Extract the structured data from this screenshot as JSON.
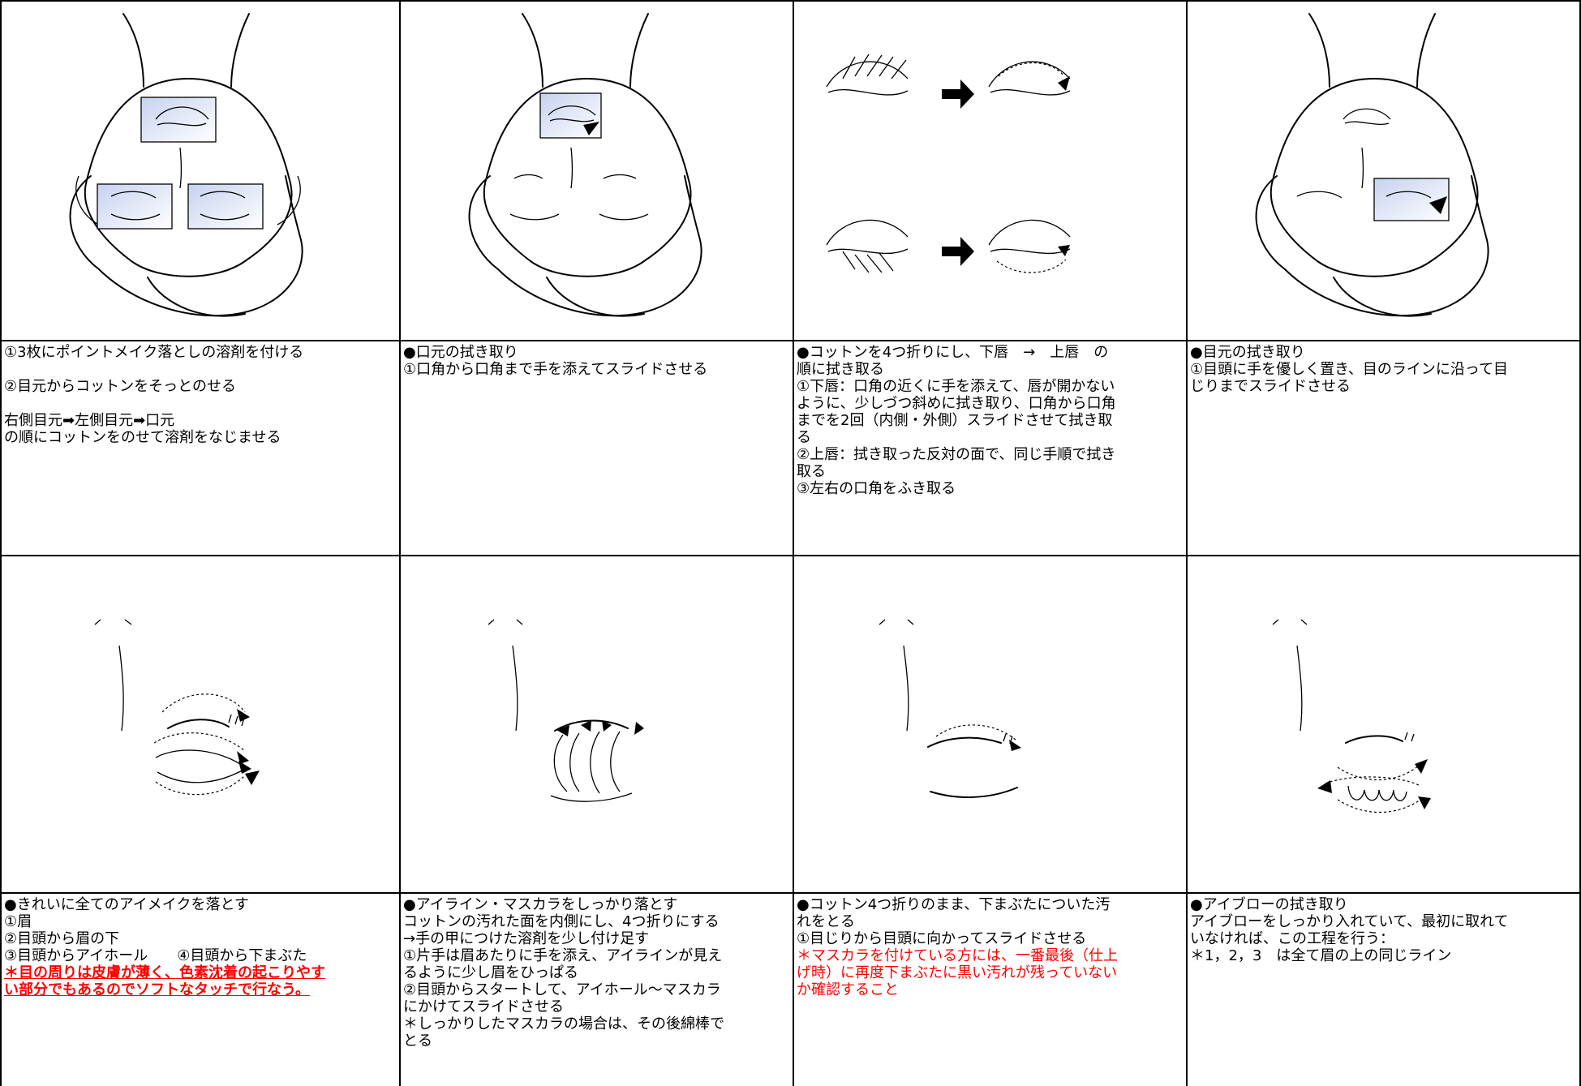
{
  "cells": [
    {
      "id": "c1",
      "figure": "face-three-cotton-pads",
      "lines": [
        {
          "t": "①3枚にポイントメイク落としの溶剤を付ける"
        },
        {
          "gap": true
        },
        {
          "t": "②目元からコットンをそっとのせる"
        },
        {
          "gap": true
        },
        {
          "t": "右側目元➡左側目元➡口元"
        },
        {
          "t": "の順にコットンをのせて溶剤をなじませる"
        }
      ]
    },
    {
      "id": "c2",
      "figure": "face-mouth-wipe",
      "lines": [
        {
          "t": "●口元の拭き取り"
        },
        {
          "t": "①口角から口角まで手を添えてスライドさせる"
        }
      ]
    },
    {
      "id": "c3",
      "figure": "lip-wipe-diagram",
      "lines": [
        {
          "t": "●コットンを4つ折りにし、下唇　→　上唇　の"
        },
        {
          "t": "順に拭き取る"
        },
        {
          "t": "①下唇：口角の近くに手を添えて、唇が開かない"
        },
        {
          "t": "ように、少しづつ斜めに拭き取り、口角から口角"
        },
        {
          "t": "までを2回（内側・外側）スライドさせて拭き取"
        },
        {
          "t": "る"
        },
        {
          "t": "②上唇：拭き取った反対の面で、同じ手順で拭き"
        },
        {
          "t": "取る"
        },
        {
          "t": "③左右の口角をふき取る"
        }
      ]
    },
    {
      "id": "c4",
      "figure": "face-eye-wipe",
      "lines": [
        {
          "t": "●目元の拭き取り"
        },
        {
          "t": "①目頭に手を優しく置き、目のラインに沿って目"
        },
        {
          "t": "じりまでスライドさせる"
        }
      ]
    },
    {
      "id": "c5",
      "figure": "eye-closeup-three-arrows",
      "lines": [
        {
          "t": "●きれいに全てのアイメイクを落とす"
        },
        {
          "t": "①眉"
        },
        {
          "t": "②目頭から眉の下"
        },
        {
          "t": "③目頭からアイホール　　④目頭から下まぶた"
        },
        {
          "t": "＊目の周りは皮膚が薄く、色素沈着の起こりやす",
          "style": "redbold"
        },
        {
          "t": "い部分でもあるのでソフトなタッチで行なう。",
          "style": "redbold"
        }
      ]
    },
    {
      "id": "c6",
      "figure": "eye-closeup-mascara",
      "lines": [
        {
          "t": "●アイライン・マスカラをしっかり落とす"
        },
        {
          "t": "コットンの汚れた面を内側にし、4つ折りにする"
        },
        {
          "t": "→手の甲につけた溶剤を少し付け足す"
        },
        {
          "t": "①片手は眉あたりに手を添え、アイラインが見え"
        },
        {
          "t": "るように少し眉をひっぱる"
        },
        {
          "t": "②目頭からスタートして、アイホール～マスカラ"
        },
        {
          "t": "にかけてスライドさせる"
        },
        {
          "t": "＊しっかりしたマスカラの場合は、その後綿棒で"
        },
        {
          "t": "とる"
        }
      ]
    },
    {
      "id": "c7",
      "figure": "eye-closeup-lower-lid",
      "lines": [
        {
          "t": "●コットン4つ折りのまま、下まぶたについた汚"
        },
        {
          "t": "れをとる"
        },
        {
          "t": "①目じりから目頭に向かってスライドさせる"
        },
        {
          "t": "＊マスカラを付けている方には、一番最後（仕上",
          "style": "red"
        },
        {
          "t": "げ時）に再度下まぶたに黒い汚れが残っていない",
          "style": "red"
        },
        {
          "t": "か確認すること",
          "style": "red"
        }
      ]
    },
    {
      "id": "c8",
      "figure": "eye-closeup-brow",
      "lines": [
        {
          "t": "●アイブローの拭き取り"
        },
        {
          "t": "アイブローをしっかり入れていて、最初に取れて"
        },
        {
          "t": "いなければ、この工程を行う："
        },
        {
          "t": "＊1，2，3　は全て眉の上の同じライン"
        }
      ]
    }
  ]
}
